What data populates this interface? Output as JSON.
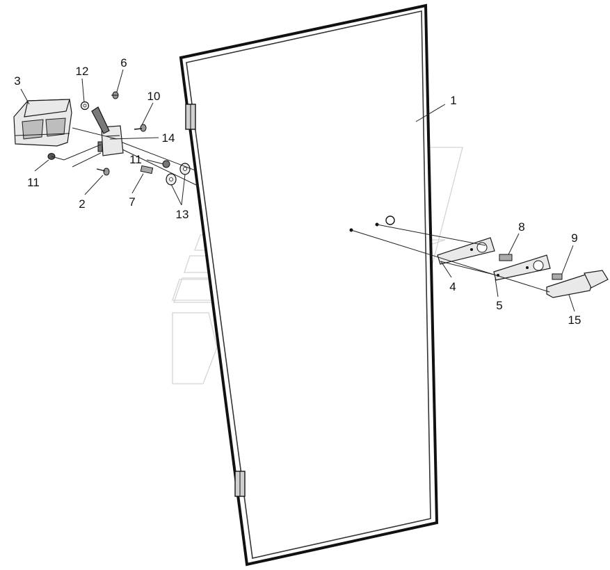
{
  "diagram": {
    "callouts": [
      {
        "id": "c1",
        "label": "1"
      },
      {
        "id": "c2",
        "label": "2"
      },
      {
        "id": "c3",
        "label": "3"
      },
      {
        "id": "c4",
        "label": "4"
      },
      {
        "id": "c5",
        "label": "5"
      },
      {
        "id": "c6",
        "label": "6"
      },
      {
        "id": "c7",
        "label": "7"
      },
      {
        "id": "c8",
        "label": "8"
      },
      {
        "id": "c9",
        "label": "9"
      },
      {
        "id": "c10",
        "label": "10"
      },
      {
        "id": "c11a",
        "label": "11"
      },
      {
        "id": "c11b",
        "label": "11"
      },
      {
        "id": "c12",
        "label": "12"
      },
      {
        "id": "c13",
        "label": "13"
      },
      {
        "id": "c14",
        "label": "14"
      },
      {
        "id": "c15",
        "label": "15"
      }
    ]
  }
}
